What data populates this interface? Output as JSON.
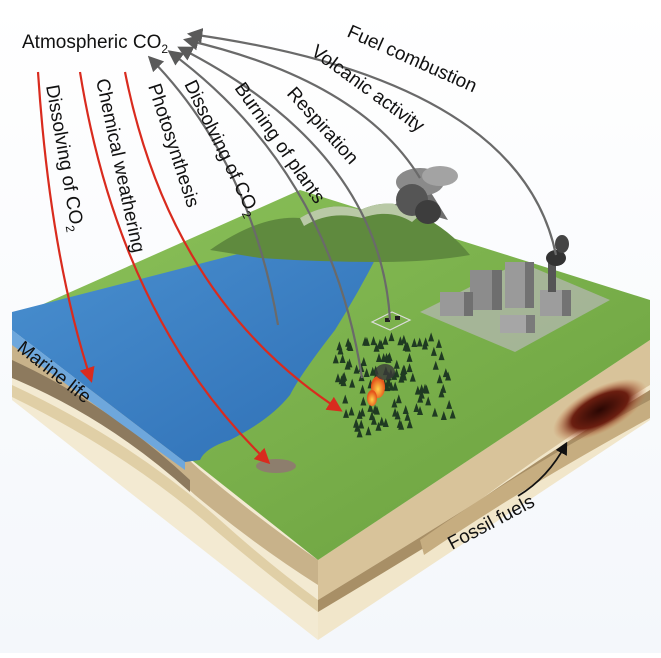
{
  "diagram": {
    "title": {
      "text": "Atmospheric CO",
      "sub": "2"
    },
    "labels": {
      "fuel_combustion": "Fuel combustion",
      "volcanic_activity": "Volcanic activity",
      "respiration": "Respiration",
      "burning_of_plants": "Burning of plants",
      "dissolving_co2_right": {
        "text": "Dissolving of CO",
        "sub": "2"
      },
      "photosynthesis": "Photosynthesis",
      "chemical_weathering": "Chemical weathering",
      "dissolving_co2_left": {
        "text": "Dissolving of CO",
        "sub": "2"
      },
      "marine_life": "Marine life",
      "fossil_fuels": "Fossil fuels"
    },
    "colors": {
      "uptake_arrow": "#d92b1e",
      "release_arrow": "#6a6a6a",
      "ocean": "#3b7fc4",
      "land": "#7fb24a",
      "mountain": "#5f8a3e",
      "soil_light": "#efe6cf",
      "soil_dark": "#b9a178",
      "fossil_fuel": "#5a1a0e"
    }
  }
}
